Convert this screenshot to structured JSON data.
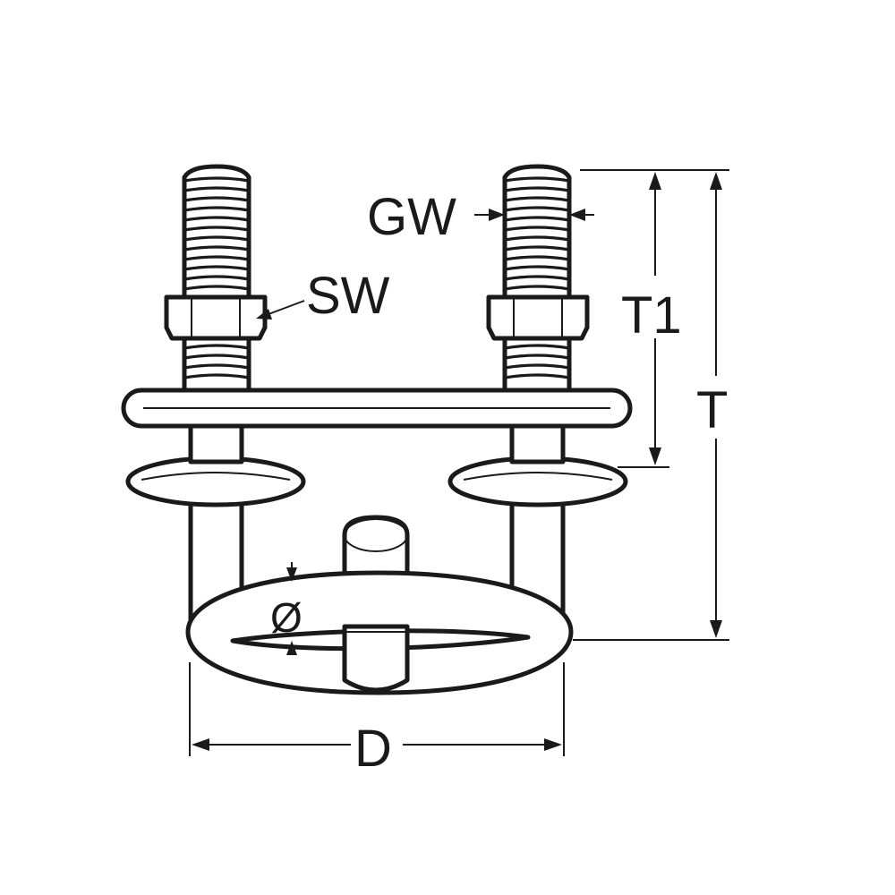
{
  "drawing": {
    "labels": {
      "gw": "GW",
      "sw": "SW",
      "t1": "T1",
      "t": "T",
      "phi": "Ø",
      "d": "D"
    },
    "line_color": "#1a1a1a",
    "background": "#ffffff"
  }
}
